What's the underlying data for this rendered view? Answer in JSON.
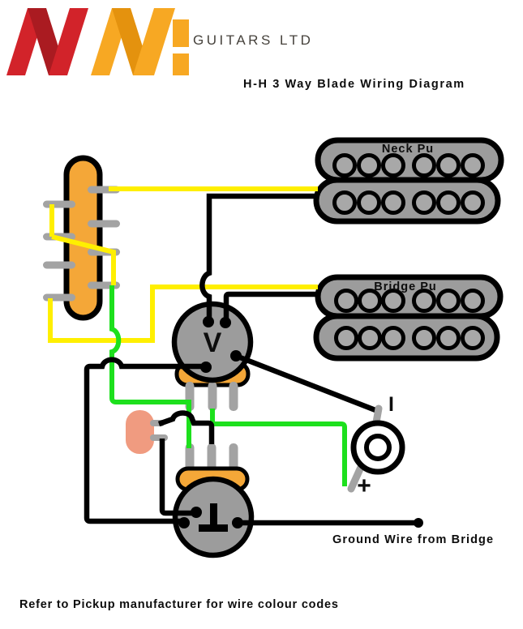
{
  "header": {
    "logo": {
      "text": "WM",
      "w_color": "#d2232a",
      "m_color": "#f7a823"
    },
    "company": "GUITARS LTD",
    "title": "H-H 3 Way Blade Wiring Diagram"
  },
  "components": {
    "neck_pickup": {
      "label": "Neck Pu",
      "pole_pieces": 6,
      "coils": 2
    },
    "bridge_pickup": {
      "label": "Bridge Pu",
      "pole_pieces": 6,
      "coils": 2
    },
    "selector_switch": {
      "lugs": 8
    },
    "volume_pot": {
      "label": "V",
      "legs": 3
    },
    "tone_pot": {
      "symbol": "⊥",
      "legs": 3
    },
    "capacitor": {
      "color": "#f09b80"
    },
    "output_jack": {
      "tip_label": "I",
      "sleeve_label": "+"
    }
  },
  "annotations": {
    "ground_wire": "Ground Wire from Bridge",
    "footer_note": "Refer to Pickup manufacturer for wire colour codes"
  },
  "colors": {
    "hot_wire_yellow": "#ffef00",
    "switch_wire_green": "#1de01d",
    "ground_wire_black": "#000000",
    "component_gray": "#9c9c9c",
    "base_orange": "#f4a738",
    "capacitor_salmon": "#f09b80",
    "lug_gray": "#a3a3a3",
    "logo_red": "#d2232a",
    "logo_orange": "#f7a823",
    "company_text": "#46423c"
  }
}
